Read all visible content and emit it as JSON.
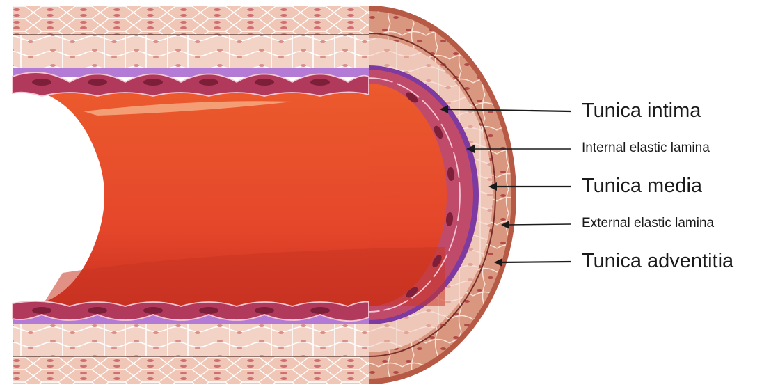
{
  "labels": {
    "tunica_intima": "Tunica intima",
    "internal_elastic_lamina": "Internal elastic lamina",
    "tunica_media": "Tunica media",
    "external_elastic_lamina": "External elastic lamina",
    "tunica_adventitia": "Tunica adventitia"
  },
  "colors": {
    "lumen": "#e8502c",
    "lumen_shadow": "#d63a1e",
    "endothelium": "#b5385a",
    "internal_lamina": "#a070c8",
    "media_tissue": "#f2cdbf",
    "adventitia": "#d89880",
    "outer_rim": "#b85a45",
    "pointer": "#1a1a1a"
  }
}
